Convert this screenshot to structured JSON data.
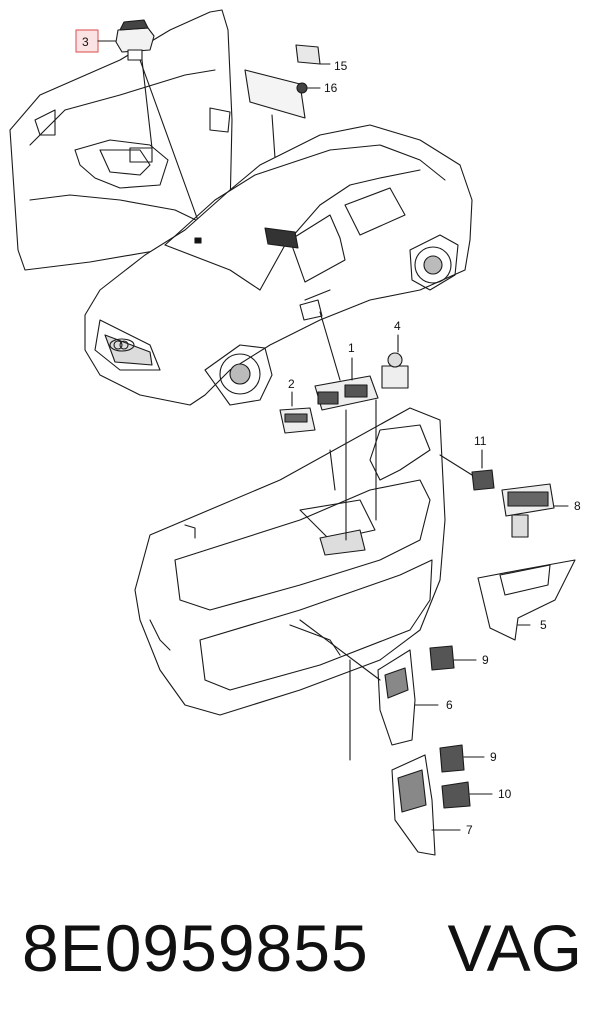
{
  "callouts": {
    "c1": "1",
    "c2": "2",
    "c3": "3",
    "c4": "4",
    "c5": "5",
    "c6": "6",
    "c7": "7",
    "c8": "8",
    "c9a": "9",
    "c9b": "9",
    "c10": "10",
    "c11": "11",
    "c15": "15",
    "c16": "16"
  },
  "footer": {
    "part_number": "8E0959855",
    "brand": "VAG"
  },
  "colors": {
    "line": "#1a1a1a",
    "highlight_box": "#e06a6a",
    "highlight_fill": "#fbe3e3"
  }
}
